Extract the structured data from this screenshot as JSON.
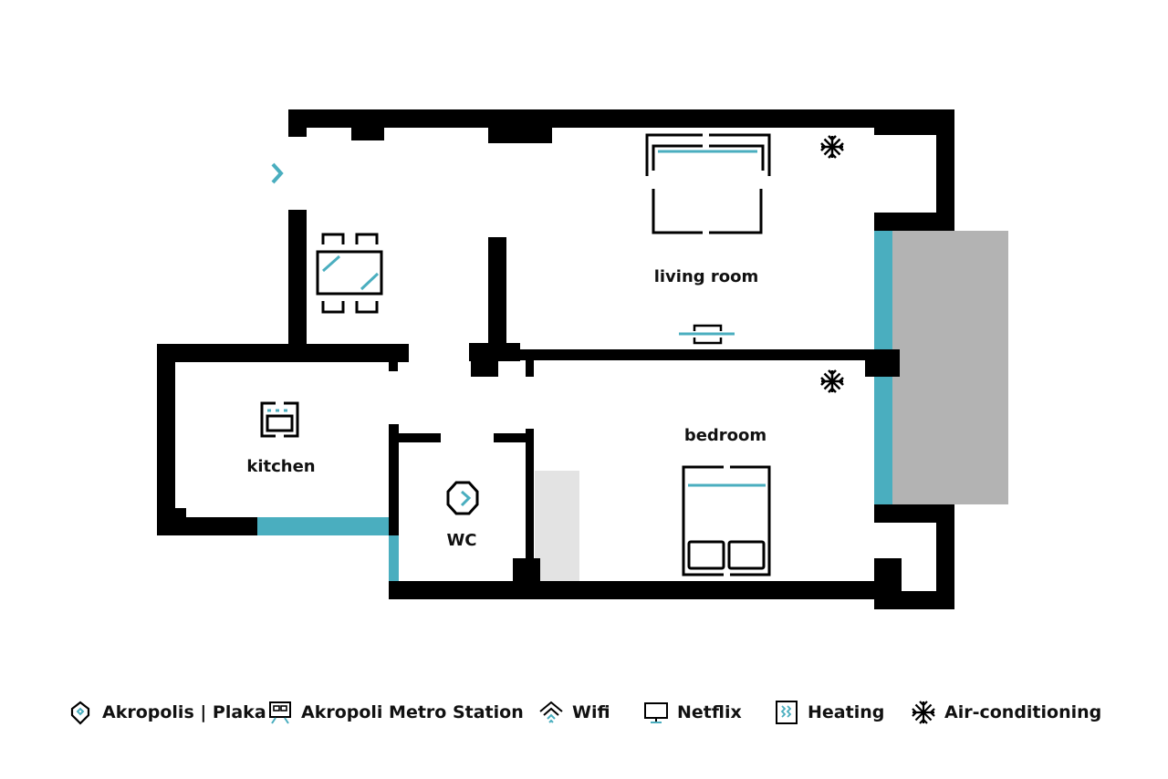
{
  "rooms": {
    "living_room": "living room",
    "bedroom": "bedroom",
    "kitchen": "kitchen",
    "wc": "WC"
  },
  "colors": {
    "wall": "#000000",
    "window": "#4aaebf",
    "balcony": "#b3b3b3",
    "closet": "#e3e3e3",
    "accent": "#4aaebf"
  },
  "legend": [
    {
      "icon": "location-pin-icon",
      "label": "Akropolis | Plaka"
    },
    {
      "icon": "metro-icon",
      "label": "Akropoli Metro Station"
    },
    {
      "icon": "wifi-icon",
      "label": "Wifi"
    },
    {
      "icon": "tv-icon",
      "label": "Netflix"
    },
    {
      "icon": "heating-icon",
      "label": "Heating"
    },
    {
      "icon": "snowflake-icon",
      "label": "Air-conditioning"
    }
  ]
}
